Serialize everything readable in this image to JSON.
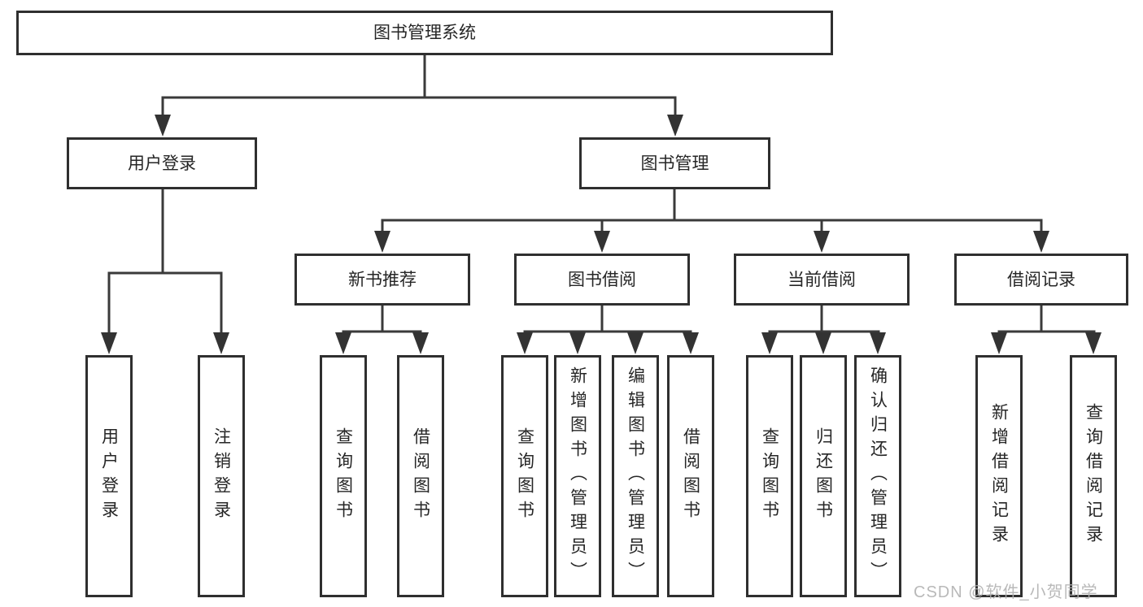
{
  "diagram": {
    "root": {
      "label": "图书管理系统"
    },
    "branches": [
      {
        "label": "用户登录",
        "children": [
          {
            "label": "用户登录"
          },
          {
            "label": "注销登录"
          }
        ]
      },
      {
        "label": "图书管理",
        "children": [
          {
            "label": "新书推荐",
            "children": [
              {
                "label": "查询图书"
              },
              {
                "label": "借阅图书"
              }
            ]
          },
          {
            "label": "图书借阅",
            "children": [
              {
                "label": "查询图书"
              },
              {
                "label": "新增图书（管理员）"
              },
              {
                "label": "编辑图书（管理员）"
              },
              {
                "label": "借阅图书"
              }
            ]
          },
          {
            "label": "当前借阅",
            "children": [
              {
                "label": "查询图书"
              },
              {
                "label": "归还图书"
              },
              {
                "label": "确认归还（管理员）"
              }
            ]
          },
          {
            "label": "借阅记录",
            "children": [
              {
                "label": "新增借阅记录"
              },
              {
                "label": "查询借阅记录"
              }
            ]
          }
        ]
      }
    ]
  },
  "watermark": {
    "text": "CSDN @软件_小贺同学"
  },
  "colors": {
    "line": "#3a3a3a",
    "arrow": "#333333",
    "box_border": "#2f2f2f",
    "text": "#262626",
    "watermark": "#b2b2b2",
    "background": "#ffffff"
  }
}
